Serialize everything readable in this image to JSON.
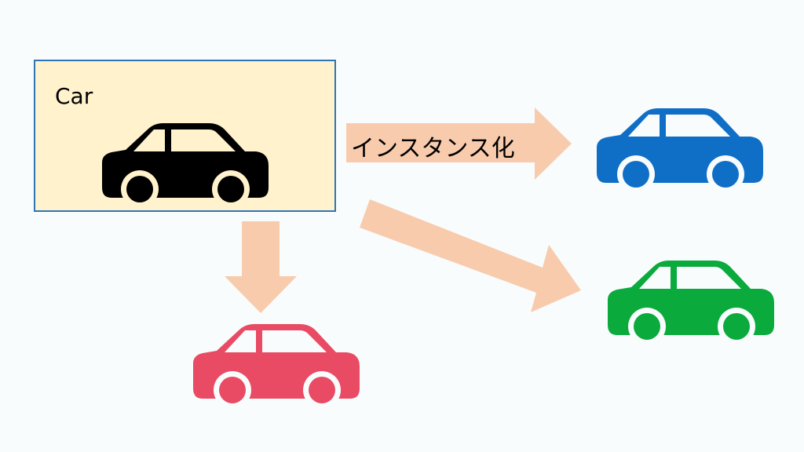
{
  "class_box": {
    "label": "Car",
    "fill": "#fff2cc",
    "border": "#2e75b6",
    "car_color": "#000000"
  },
  "instantiate_label": "インスタンス化",
  "arrow_color": "#f8cbad",
  "instances": [
    {
      "name": "blue-car",
      "color": "#0f6fc6"
    },
    {
      "name": "green-car",
      "color": "#0aaa3c"
    },
    {
      "name": "red-car",
      "color": "#e84b63"
    }
  ]
}
